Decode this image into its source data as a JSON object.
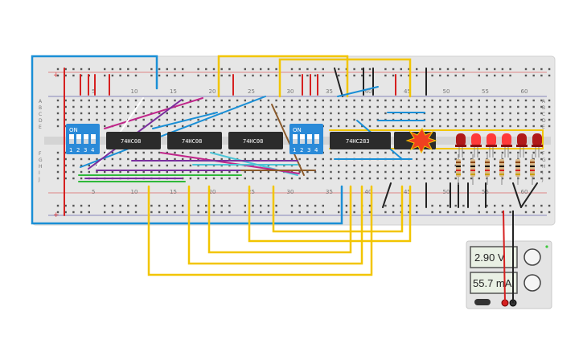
{
  "breadboard": {
    "column_numbers": [
      "5",
      "10",
      "15",
      "20",
      "25",
      "30",
      "35",
      "40",
      "45",
      "50",
      "55",
      "60"
    ],
    "row_letters_top": [
      "A",
      "B",
      "C",
      "D",
      "E"
    ],
    "row_letters_bottom": [
      "F",
      "G",
      "H",
      "I",
      "J"
    ]
  },
  "chips": [
    {
      "label": "74HC08"
    },
    {
      "label": "74HC08"
    },
    {
      "label": "74HC08"
    },
    {
      "label": "74HC283"
    }
  ],
  "dip_switches": [
    {
      "on_label": "ON",
      "numbers": [
        "1",
        "2",
        "3",
        "4"
      ]
    },
    {
      "on_label": "ON",
      "numbers": [
        "1",
        "2",
        "3",
        "4"
      ]
    }
  ],
  "power_supply": {
    "voltage_reading": "2.90 V",
    "current_reading": "55.7 mA"
  },
  "colors": {
    "breadboard": "#e8e8e8",
    "wire_yellow": "#f2c500",
    "wire_blue": "#1a8fd6",
    "wire_red": "#d62020",
    "wire_black": "#222222",
    "chip": "#2b2b2b",
    "dip": "#2a8ad8",
    "led_red": "#c01818"
  }
}
